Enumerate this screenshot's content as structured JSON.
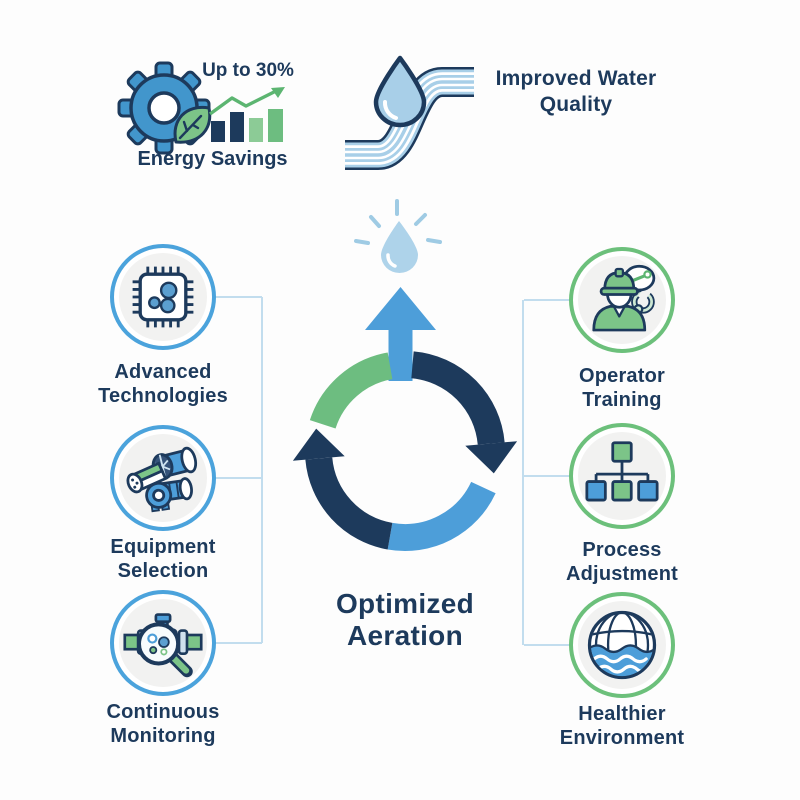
{
  "colors": {
    "navy": "#1d3a5c",
    "blue": "#4d9ed9",
    "green": "#6dbd80",
    "light_blue": "#a8cfe8",
    "connector_line": "#c2ddee",
    "badge_border_left": "#4ba3dc",
    "badge_border_right": "#6cc07b",
    "badge_fill": "#f2f2f1"
  },
  "benefits": {
    "energy": {
      "stat": "Up to 30%",
      "label": "Energy Savings",
      "icon": "gear-leaf-icon",
      "chart_icon": "bar-chart-trend-icon"
    },
    "water": {
      "label": "Improved Water\nQuality",
      "icon": "water-drop-pipe-icon"
    }
  },
  "center": {
    "title": "Optimized\nAeration",
    "icon": "circular-arrows-cycle-icon",
    "top_icon": "sparkling-drop-icon"
  },
  "left_items": [
    {
      "label": "Advanced\nTechnologies",
      "icon": "microchip-icon"
    },
    {
      "label": "Equipment\nSelection",
      "icon": "aeration-equipment-icon"
    },
    {
      "label": "Continuous\nMonitoring",
      "icon": "pipe-magnifier-icon"
    }
  ],
  "right_items": [
    {
      "label": "Operator\nTraining",
      "icon": "operator-wrench-icon"
    },
    {
      "label": "Process\nAdjustment",
      "icon": "flowchart-icon"
    },
    {
      "label": "Healthier\nEnvironment",
      "icon": "globe-water-icon"
    }
  ]
}
